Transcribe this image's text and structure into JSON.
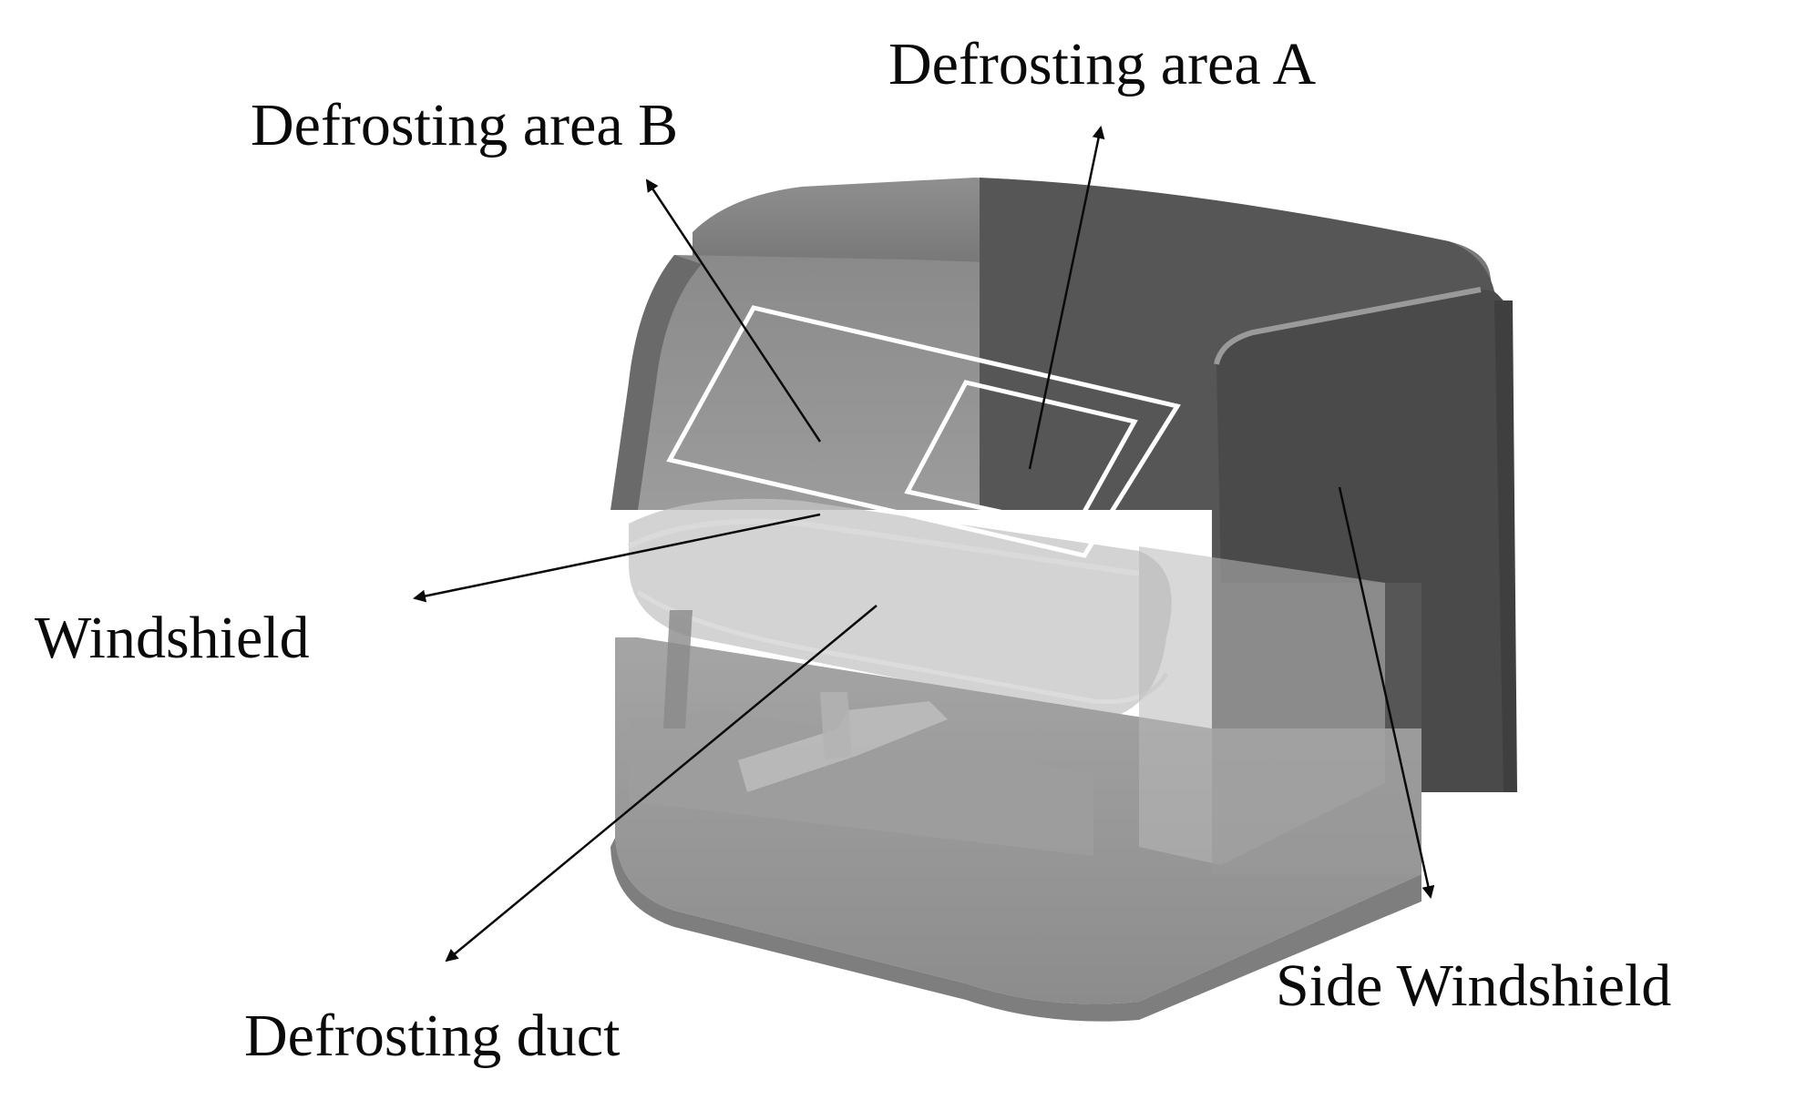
{
  "labels": {
    "defrosting_area_a": "Defrosting area A",
    "defrosting_area_b": "Defrosting area B",
    "windshield": "Windshield",
    "side_windshield": "Side Windshield",
    "defrosting_duct": "Defrosting duct"
  },
  "colors": {
    "background": "#ffffff",
    "arrow": "#0a0a0a",
    "area_outline": "#ffffff",
    "model_dark": "#4a4a4a",
    "model_mid": "#7d7d7d",
    "model_light": "#a9a9a9"
  }
}
